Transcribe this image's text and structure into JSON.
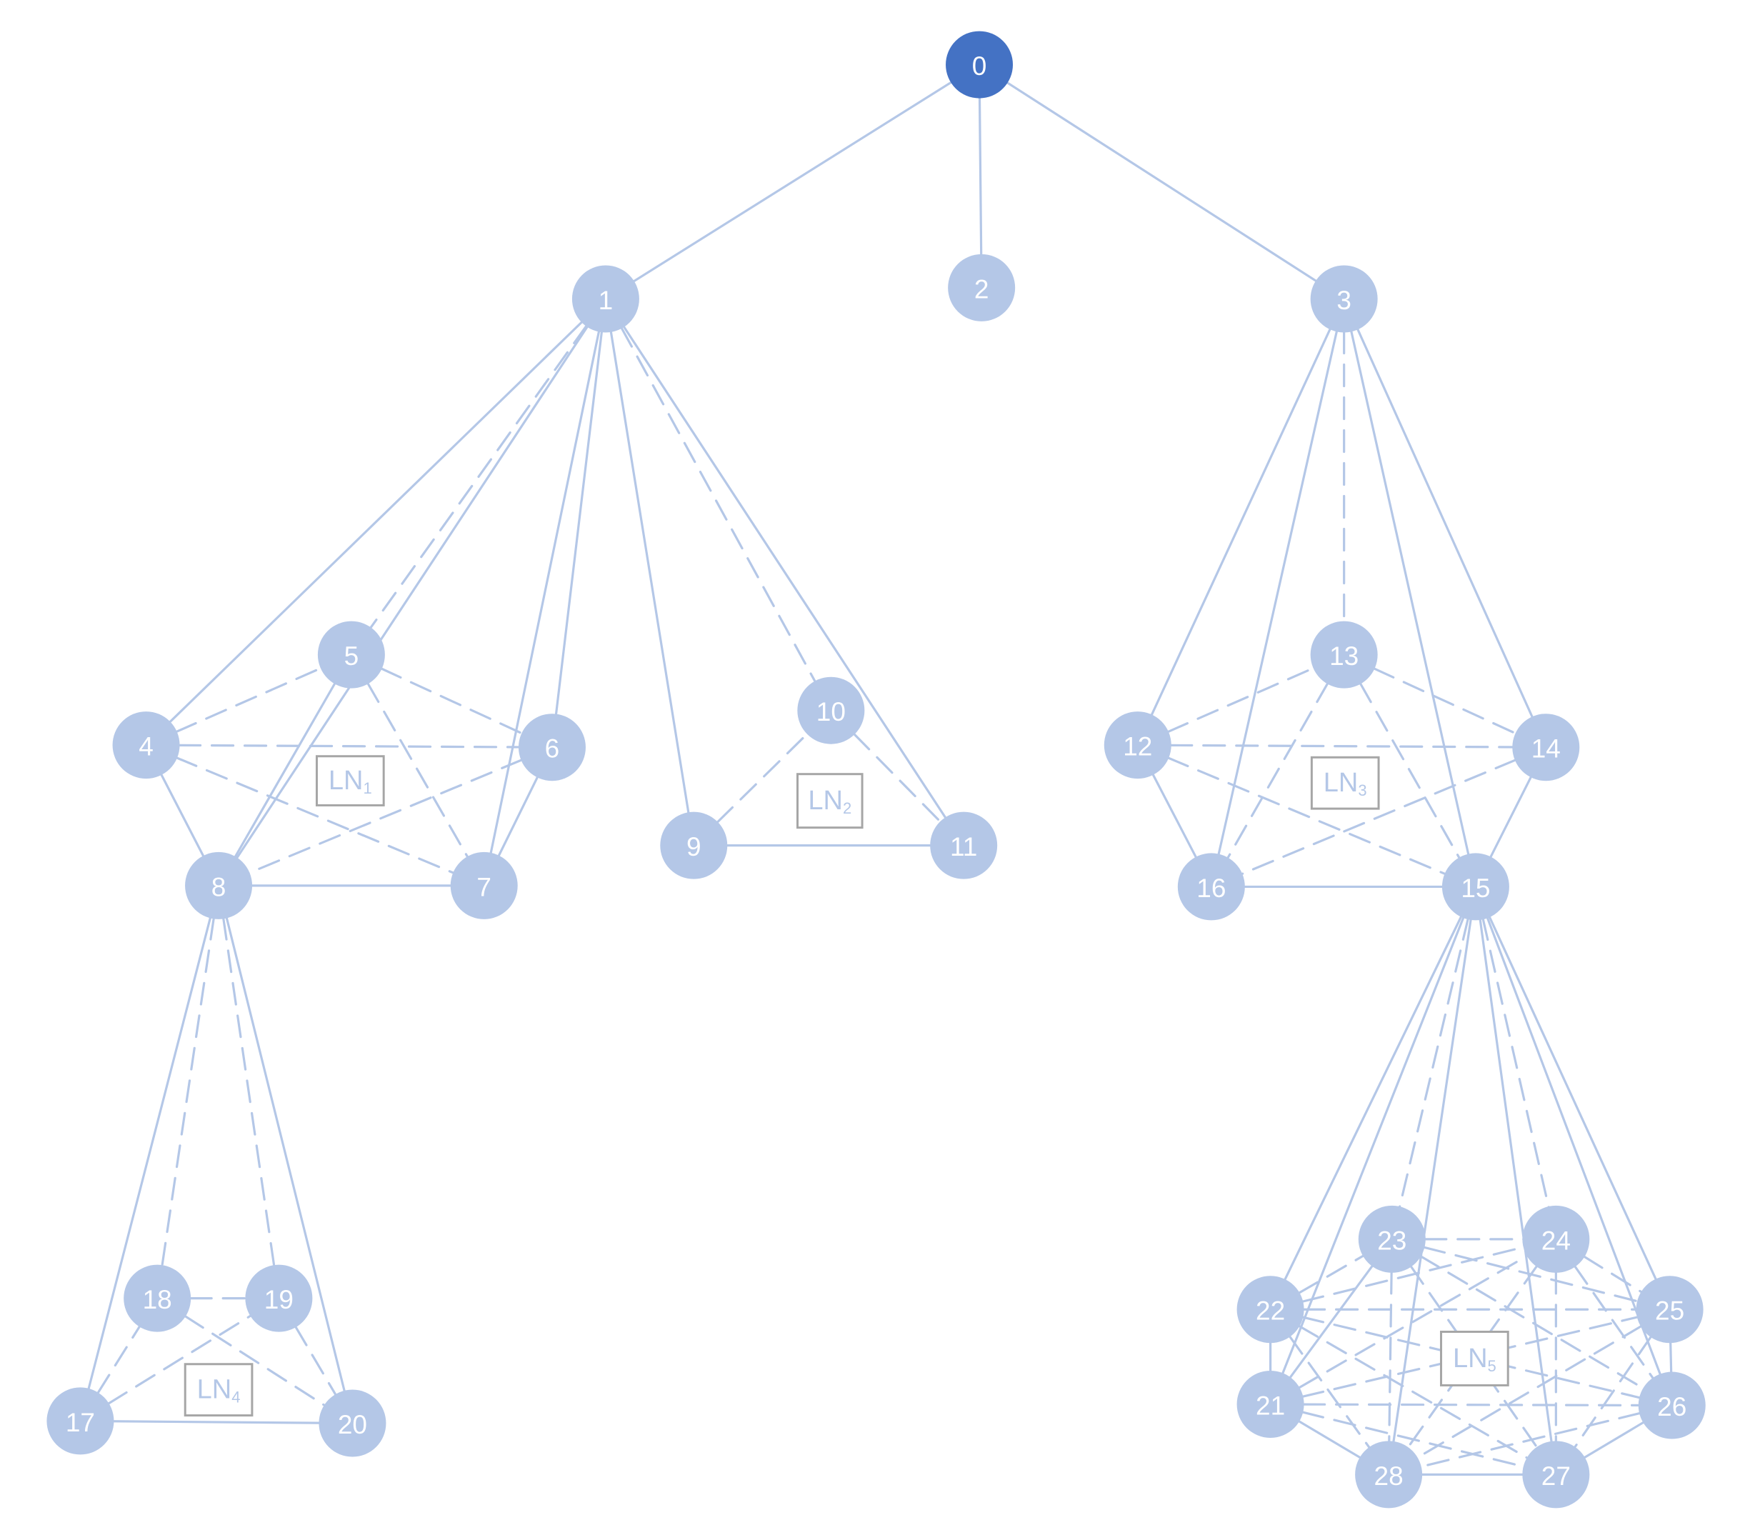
{
  "colors": {
    "root": "#4472c4",
    "node": "#b4c7e7",
    "edge": "#b4c7e7",
    "box_border": "#a6a6a6",
    "box_text": "#b4c7e7"
  },
  "nodes": [
    {
      "id": 0,
      "label": "0",
      "root": true
    },
    {
      "id": 1,
      "label": "1"
    },
    {
      "id": 2,
      "label": "2"
    },
    {
      "id": 3,
      "label": "3"
    },
    {
      "id": 4,
      "label": "4"
    },
    {
      "id": 5,
      "label": "5"
    },
    {
      "id": 6,
      "label": "6"
    },
    {
      "id": 7,
      "label": "7"
    },
    {
      "id": 8,
      "label": "8"
    },
    {
      "id": 9,
      "label": "9"
    },
    {
      "id": 10,
      "label": "10"
    },
    {
      "id": 11,
      "label": "11"
    },
    {
      "id": 12,
      "label": "12"
    },
    {
      "id": 13,
      "label": "13"
    },
    {
      "id": 14,
      "label": "14"
    },
    {
      "id": 15,
      "label": "15"
    },
    {
      "id": 16,
      "label": "16"
    },
    {
      "id": 17,
      "label": "17"
    },
    {
      "id": 18,
      "label": "18"
    },
    {
      "id": 19,
      "label": "19"
    },
    {
      "id": 20,
      "label": "20"
    },
    {
      "id": 21,
      "label": "21"
    },
    {
      "id": 22,
      "label": "22"
    },
    {
      "id": 23,
      "label": "23"
    },
    {
      "id": 24,
      "label": "24"
    },
    {
      "id": 25,
      "label": "25"
    },
    {
      "id": 26,
      "label": "26"
    },
    {
      "id": 27,
      "label": "27"
    },
    {
      "id": 28,
      "label": "28"
    }
  ],
  "edges": [
    {
      "from": 0,
      "to": 1,
      "style": "solid"
    },
    {
      "from": 0,
      "to": 2,
      "style": "solid"
    },
    {
      "from": 0,
      "to": 3,
      "style": "solid"
    },
    {
      "from": 1,
      "to": 4,
      "style": "solid"
    },
    {
      "from": 1,
      "to": 5,
      "style": "dashed"
    },
    {
      "from": 1,
      "to": 6,
      "style": "solid"
    },
    {
      "from": 1,
      "to": 7,
      "style": "solid"
    },
    {
      "from": 1,
      "to": 8,
      "style": "solid"
    },
    {
      "from": 1,
      "to": 9,
      "style": "solid"
    },
    {
      "from": 1,
      "to": 10,
      "style": "dashed"
    },
    {
      "from": 1,
      "to": 11,
      "style": "solid"
    },
    {
      "from": 4,
      "to": 5,
      "style": "dashed"
    },
    {
      "from": 4,
      "to": 6,
      "style": "dashed"
    },
    {
      "from": 4,
      "to": 7,
      "style": "dashed"
    },
    {
      "from": 4,
      "to": 8,
      "style": "solid"
    },
    {
      "from": 5,
      "to": 6,
      "style": "dashed"
    },
    {
      "from": 5,
      "to": 7,
      "style": "dashed"
    },
    {
      "from": 5,
      "to": 8,
      "style": "solid"
    },
    {
      "from": 6,
      "to": 7,
      "style": "solid"
    },
    {
      "from": 6,
      "to": 8,
      "style": "dashed"
    },
    {
      "from": 7,
      "to": 8,
      "style": "solid"
    },
    {
      "from": 9,
      "to": 10,
      "style": "dashed"
    },
    {
      "from": 10,
      "to": 11,
      "style": "dashed"
    },
    {
      "from": 9,
      "to": 11,
      "style": "solid"
    },
    {
      "from": 8,
      "to": 17,
      "style": "solid"
    },
    {
      "from": 8,
      "to": 18,
      "style": "dashed"
    },
    {
      "from": 8,
      "to": 19,
      "style": "dashed"
    },
    {
      "from": 8,
      "to": 20,
      "style": "solid"
    },
    {
      "from": 18,
      "to": 19,
      "style": "dashed"
    },
    {
      "from": 17,
      "to": 18,
      "style": "dashed"
    },
    {
      "from": 17,
      "to": 19,
      "style": "dashed"
    },
    {
      "from": 18,
      "to": 20,
      "style": "dashed"
    },
    {
      "from": 19,
      "to": 20,
      "style": "dashed"
    },
    {
      "from": 17,
      "to": 20,
      "style": "solid"
    },
    {
      "from": 3,
      "to": 12,
      "style": "solid"
    },
    {
      "from": 3,
      "to": 13,
      "style": "dashed"
    },
    {
      "from": 3,
      "to": 14,
      "style": "solid"
    },
    {
      "from": 3,
      "to": 15,
      "style": "solid"
    },
    {
      "from": 3,
      "to": 16,
      "style": "solid"
    },
    {
      "from": 12,
      "to": 13,
      "style": "dashed"
    },
    {
      "from": 12,
      "to": 14,
      "style": "dashed"
    },
    {
      "from": 12,
      "to": 15,
      "style": "dashed"
    },
    {
      "from": 12,
      "to": 16,
      "style": "solid"
    },
    {
      "from": 13,
      "to": 14,
      "style": "dashed"
    },
    {
      "from": 13,
      "to": 15,
      "style": "dashed"
    },
    {
      "from": 13,
      "to": 16,
      "style": "dashed"
    },
    {
      "from": 14,
      "to": 15,
      "style": "solid"
    },
    {
      "from": 14,
      "to": 16,
      "style": "dashed"
    },
    {
      "from": 15,
      "to": 16,
      "style": "solid"
    },
    {
      "from": 15,
      "to": 21,
      "style": "solid"
    },
    {
      "from": 15,
      "to": 22,
      "style": "solid"
    },
    {
      "from": 15,
      "to": 23,
      "style": "dashed"
    },
    {
      "from": 15,
      "to": 24,
      "style": "dashed"
    },
    {
      "from": 15,
      "to": 25,
      "style": "solid"
    },
    {
      "from": 15,
      "to": 26,
      "style": "solid"
    },
    {
      "from": 15,
      "to": 27,
      "style": "solid"
    },
    {
      "from": 15,
      "to": 28,
      "style": "solid"
    },
    {
      "from": 21,
      "to": 22,
      "style": "solid"
    },
    {
      "from": 21,
      "to": 23,
      "style": "solid"
    },
    {
      "from": 21,
      "to": 24,
      "style": "dashed"
    },
    {
      "from": 21,
      "to": 25,
      "style": "dashed"
    },
    {
      "from": 21,
      "to": 26,
      "style": "dashed"
    },
    {
      "from": 21,
      "to": 27,
      "style": "dashed"
    },
    {
      "from": 21,
      "to": 28,
      "style": "solid"
    },
    {
      "from": 22,
      "to": 23,
      "style": "dashed"
    },
    {
      "from": 22,
      "to": 24,
      "style": "dashed"
    },
    {
      "from": 22,
      "to": 25,
      "style": "dashed"
    },
    {
      "from": 22,
      "to": 26,
      "style": "dashed"
    },
    {
      "from": 22,
      "to": 27,
      "style": "dashed"
    },
    {
      "from": 22,
      "to": 28,
      "style": "dashed"
    },
    {
      "from": 23,
      "to": 24,
      "style": "dashed"
    },
    {
      "from": 23,
      "to": 25,
      "style": "dashed"
    },
    {
      "from": 23,
      "to": 26,
      "style": "dashed"
    },
    {
      "from": 23,
      "to": 27,
      "style": "dashed"
    },
    {
      "from": 23,
      "to": 28,
      "style": "dashed"
    },
    {
      "from": 24,
      "to": 25,
      "style": "dashed"
    },
    {
      "from": 24,
      "to": 26,
      "style": "dashed"
    },
    {
      "from": 24,
      "to": 27,
      "style": "dashed"
    },
    {
      "from": 24,
      "to": 28,
      "style": "dashed"
    },
    {
      "from": 25,
      "to": 26,
      "style": "solid"
    },
    {
      "from": 25,
      "to": 27,
      "style": "dashed"
    },
    {
      "from": 25,
      "to": 28,
      "style": "dashed"
    },
    {
      "from": 26,
      "to": 27,
      "style": "solid"
    },
    {
      "from": 26,
      "to": 28,
      "style": "dashed"
    },
    {
      "from": 27,
      "to": 28,
      "style": "solid"
    }
  ],
  "ln_boxes": [
    {
      "id": "ln1",
      "text": "LN",
      "sub": "1"
    },
    {
      "id": "ln2",
      "text": "LN",
      "sub": "2"
    },
    {
      "id": "ln3",
      "text": "LN",
      "sub": "3"
    },
    {
      "id": "ln4",
      "text": "LN",
      "sub": "4"
    },
    {
      "id": "ln5",
      "text": "LN",
      "sub": "5"
    }
  ]
}
